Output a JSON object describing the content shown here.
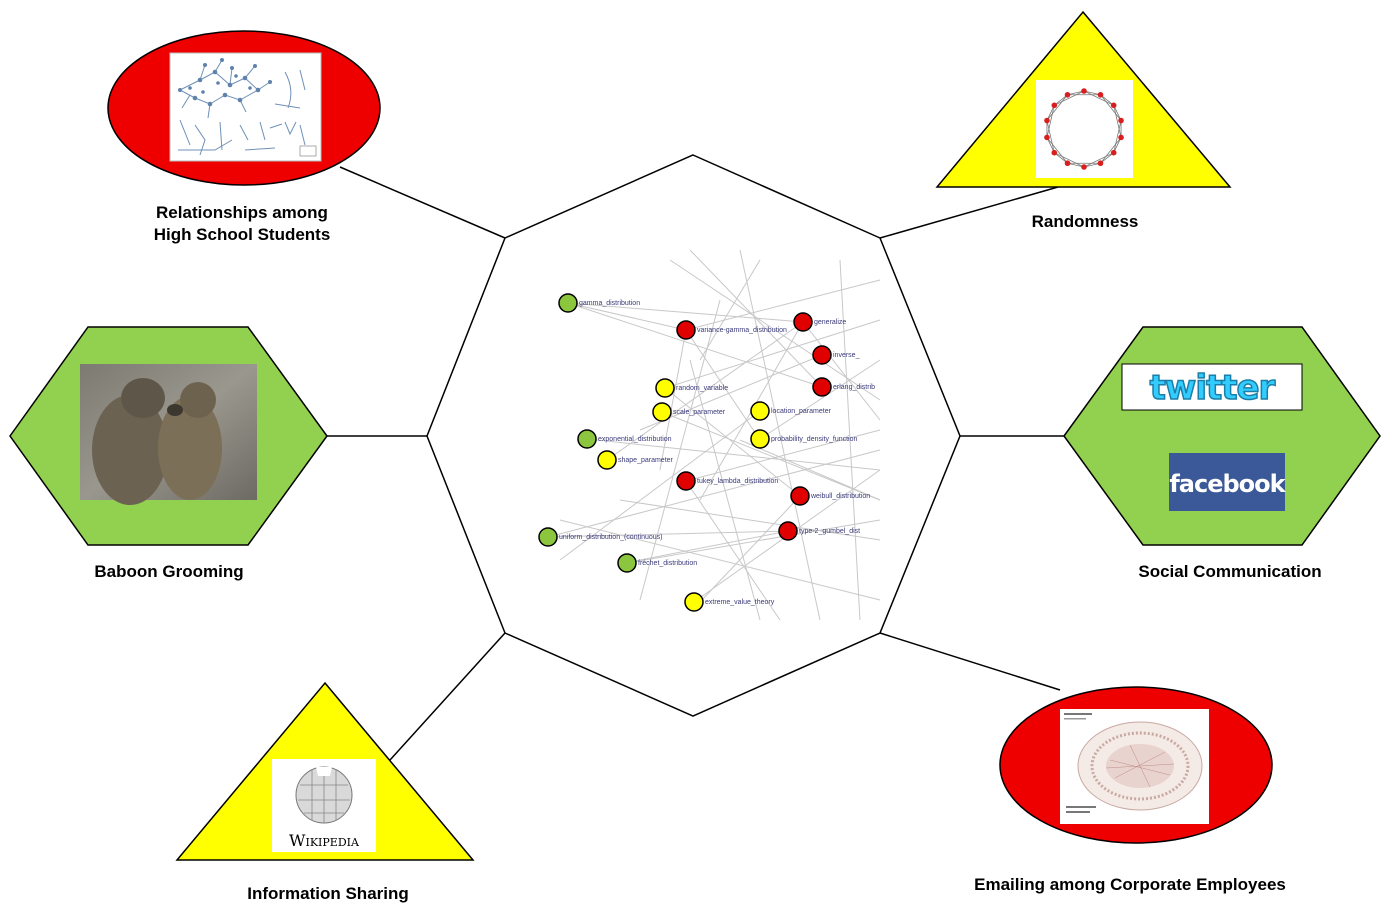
{
  "colors": {
    "red": "#ee0000",
    "yellow": "#ffff00",
    "green": "#92d050",
    "node_red": "#e00000",
    "node_yellow": "#ffff00",
    "node_green": "#8cc63f",
    "twitter_blue": "#33ccff",
    "facebook_blue": "#3b5998"
  },
  "labels": {
    "high_school": [
      "Relationships among",
      "High School Students"
    ],
    "randomness": "Randomness",
    "baboon": "Baboon Grooming",
    "social": "Social Communication",
    "info_sharing": "Information Sharing",
    "emailing": "Emailing among Corporate Employees"
  },
  "logos": {
    "twitter": "twitter",
    "facebook": "facebook",
    "wikipedia": "Wikipedia"
  },
  "center_graph": {
    "nodes": [
      {
        "color": "green",
        "text": "gamma_distribution"
      },
      {
        "color": "red",
        "text": "variance-gamma_distribution"
      },
      {
        "color": "red",
        "text": "generalize"
      },
      {
        "color": "red",
        "text": "inverse_"
      },
      {
        "color": "red",
        "text": "erlang_distrib"
      },
      {
        "color": "yellow",
        "text": "random_variable"
      },
      {
        "color": "yellow",
        "text": "scale_parameter"
      },
      {
        "color": "yellow",
        "text": "location_parameter"
      },
      {
        "color": "yellow",
        "text": "probability_density_function"
      },
      {
        "color": "green",
        "text": "exponential_distribution"
      },
      {
        "color": "yellow",
        "text": "shape_parameter"
      },
      {
        "color": "red",
        "text": "tukey_lambda_distribution"
      },
      {
        "color": "red",
        "text": "weibull_distribution"
      },
      {
        "color": "red",
        "text": "type-2_gumbel_dist"
      },
      {
        "color": "green",
        "text": "uniform_distribution_(continuous)"
      },
      {
        "color": "green",
        "text": "fréchet_distribution"
      },
      {
        "color": "yellow",
        "text": "extreme_value_theory"
      }
    ]
  }
}
